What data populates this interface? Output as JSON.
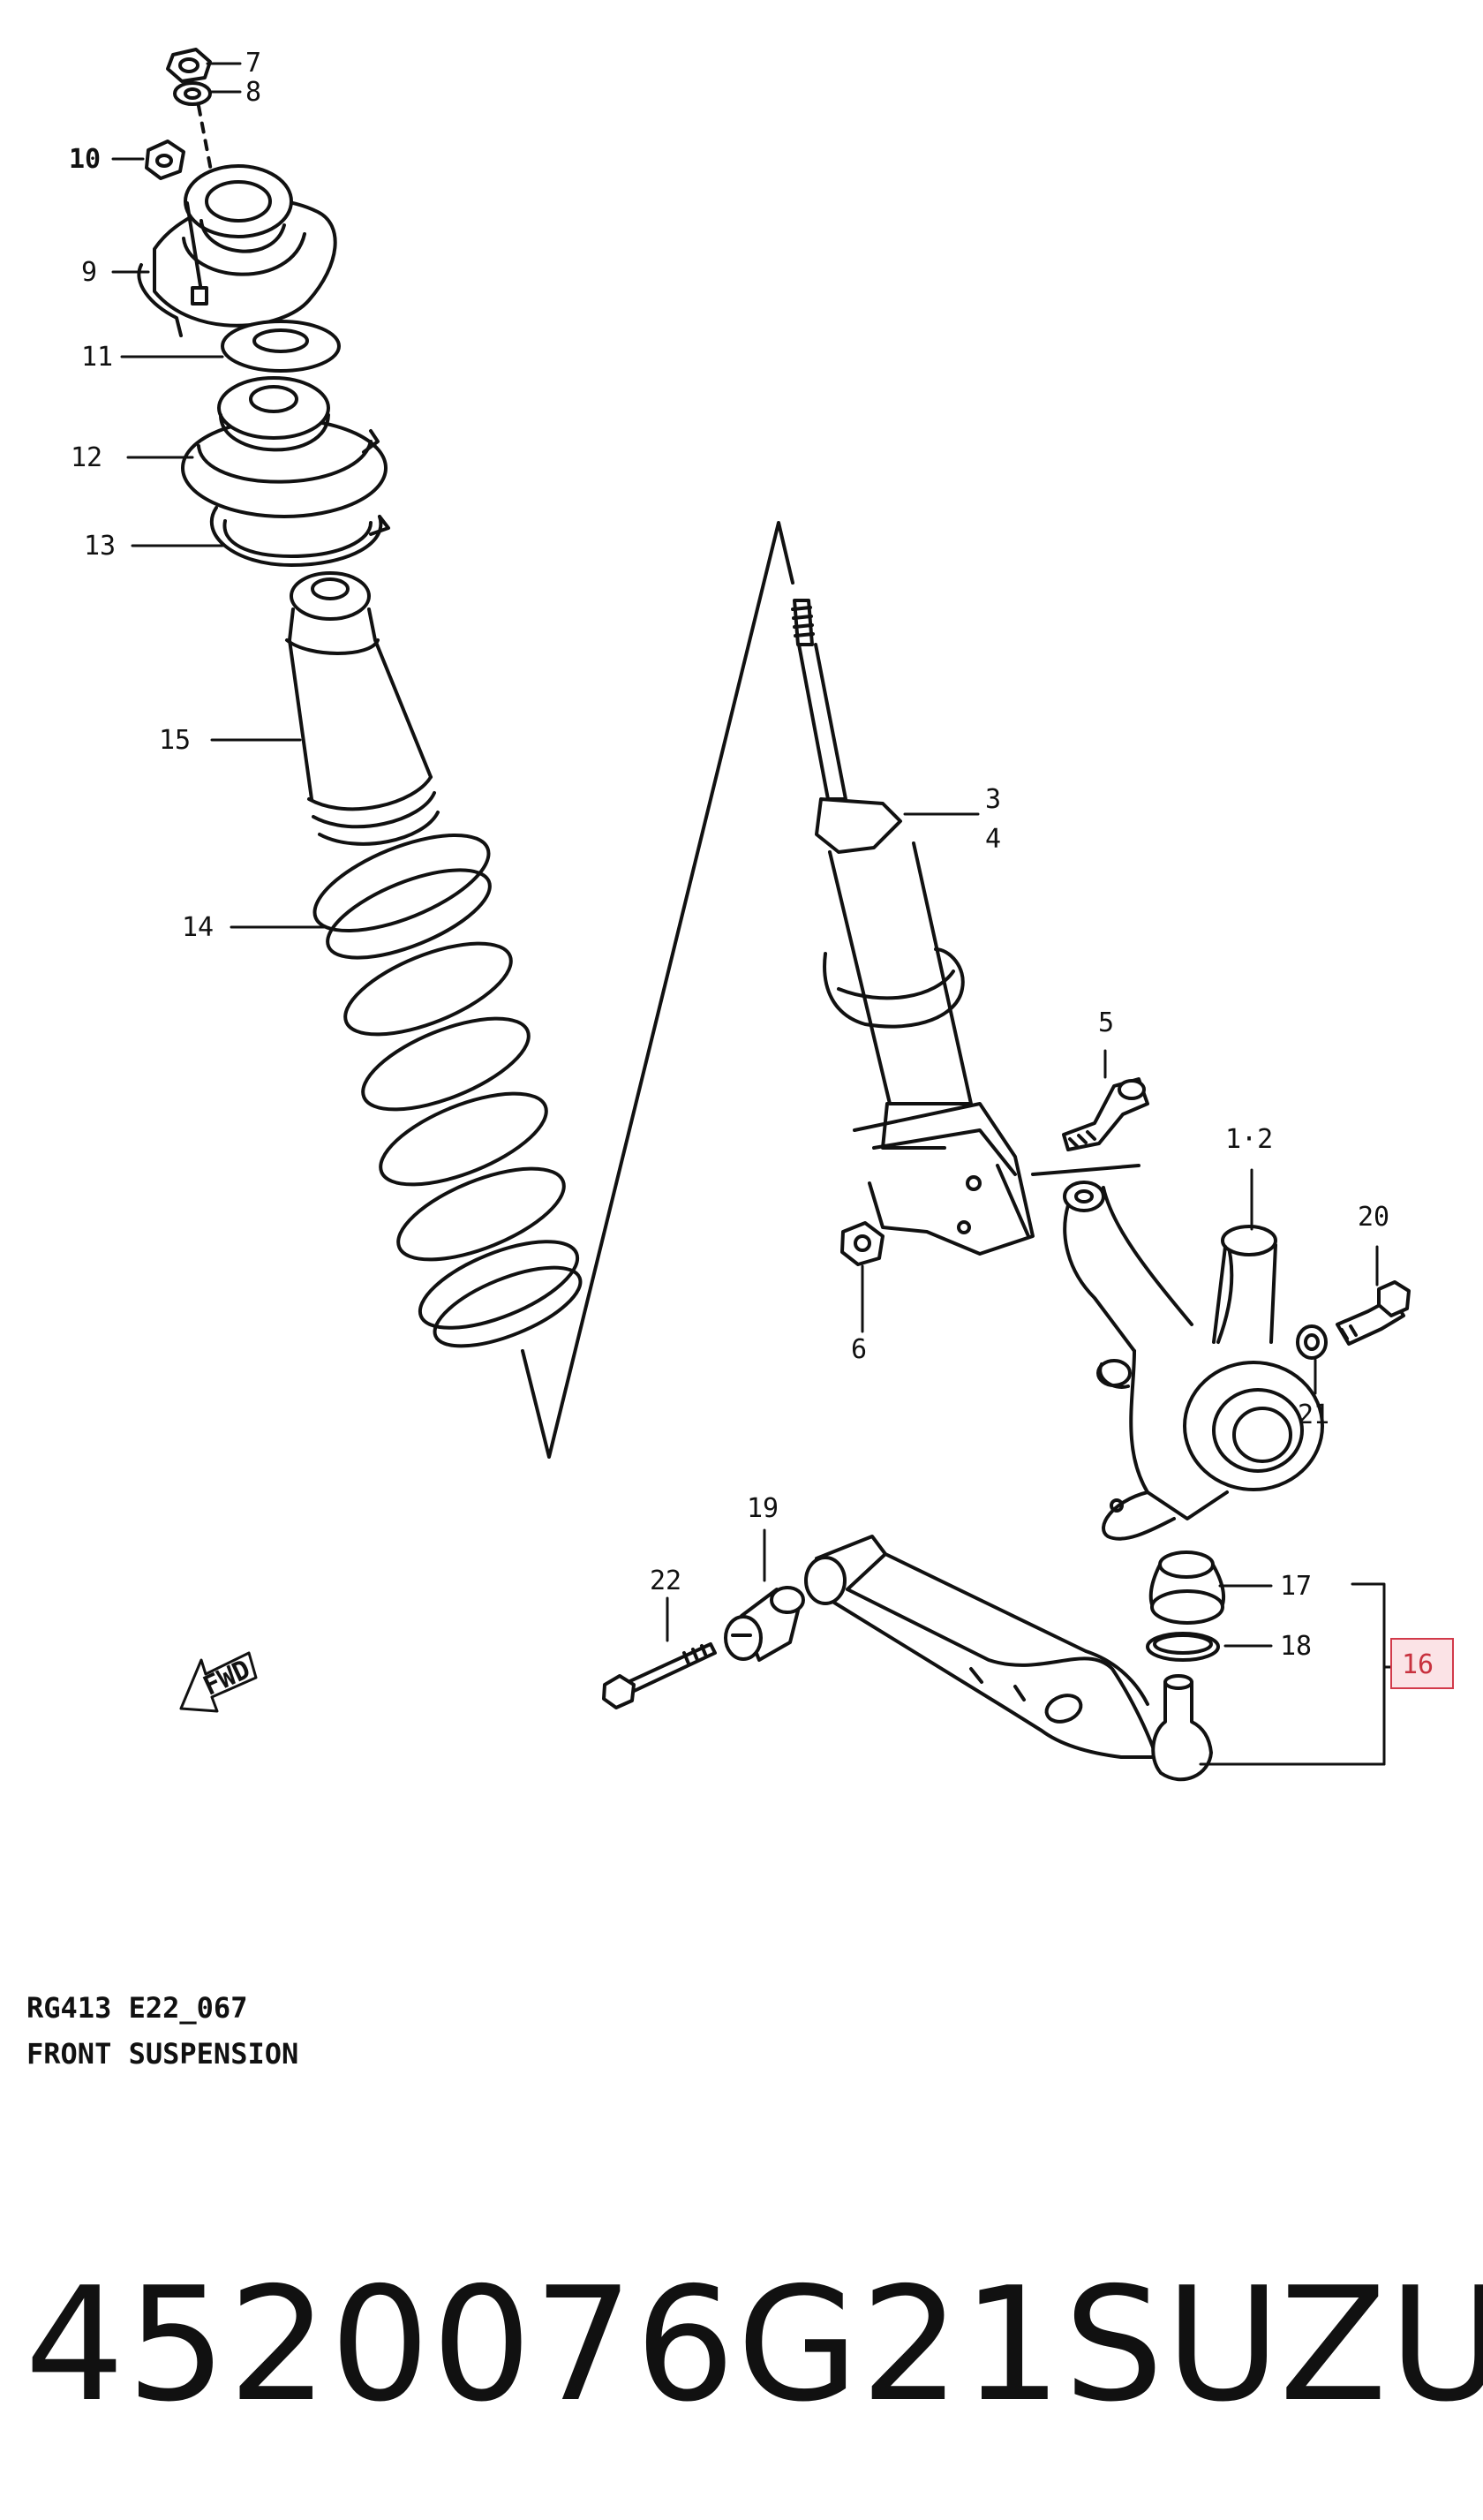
{
  "diagram": {
    "callouts": [
      "7",
      "8",
      "10",
      "9",
      "11",
      "12",
      "13",
      "15",
      "14",
      "3",
      "4",
      "5",
      "1·2",
      "20",
      "6",
      "21",
      "19",
      "22",
      "17",
      "18",
      "16"
    ],
    "highlighted_callout": "16",
    "fwd_label": "FWD",
    "colors": {
      "line": "#111111",
      "highlight": "#d23a4a",
      "highlight_fill": "#fbe3e6"
    }
  },
  "caption": {
    "code": "RG413 E22_067",
    "title": "FRONT SUSPENSION"
  },
  "footer": {
    "part_number": "4520076G21",
    "brand": "SUZUKI"
  }
}
